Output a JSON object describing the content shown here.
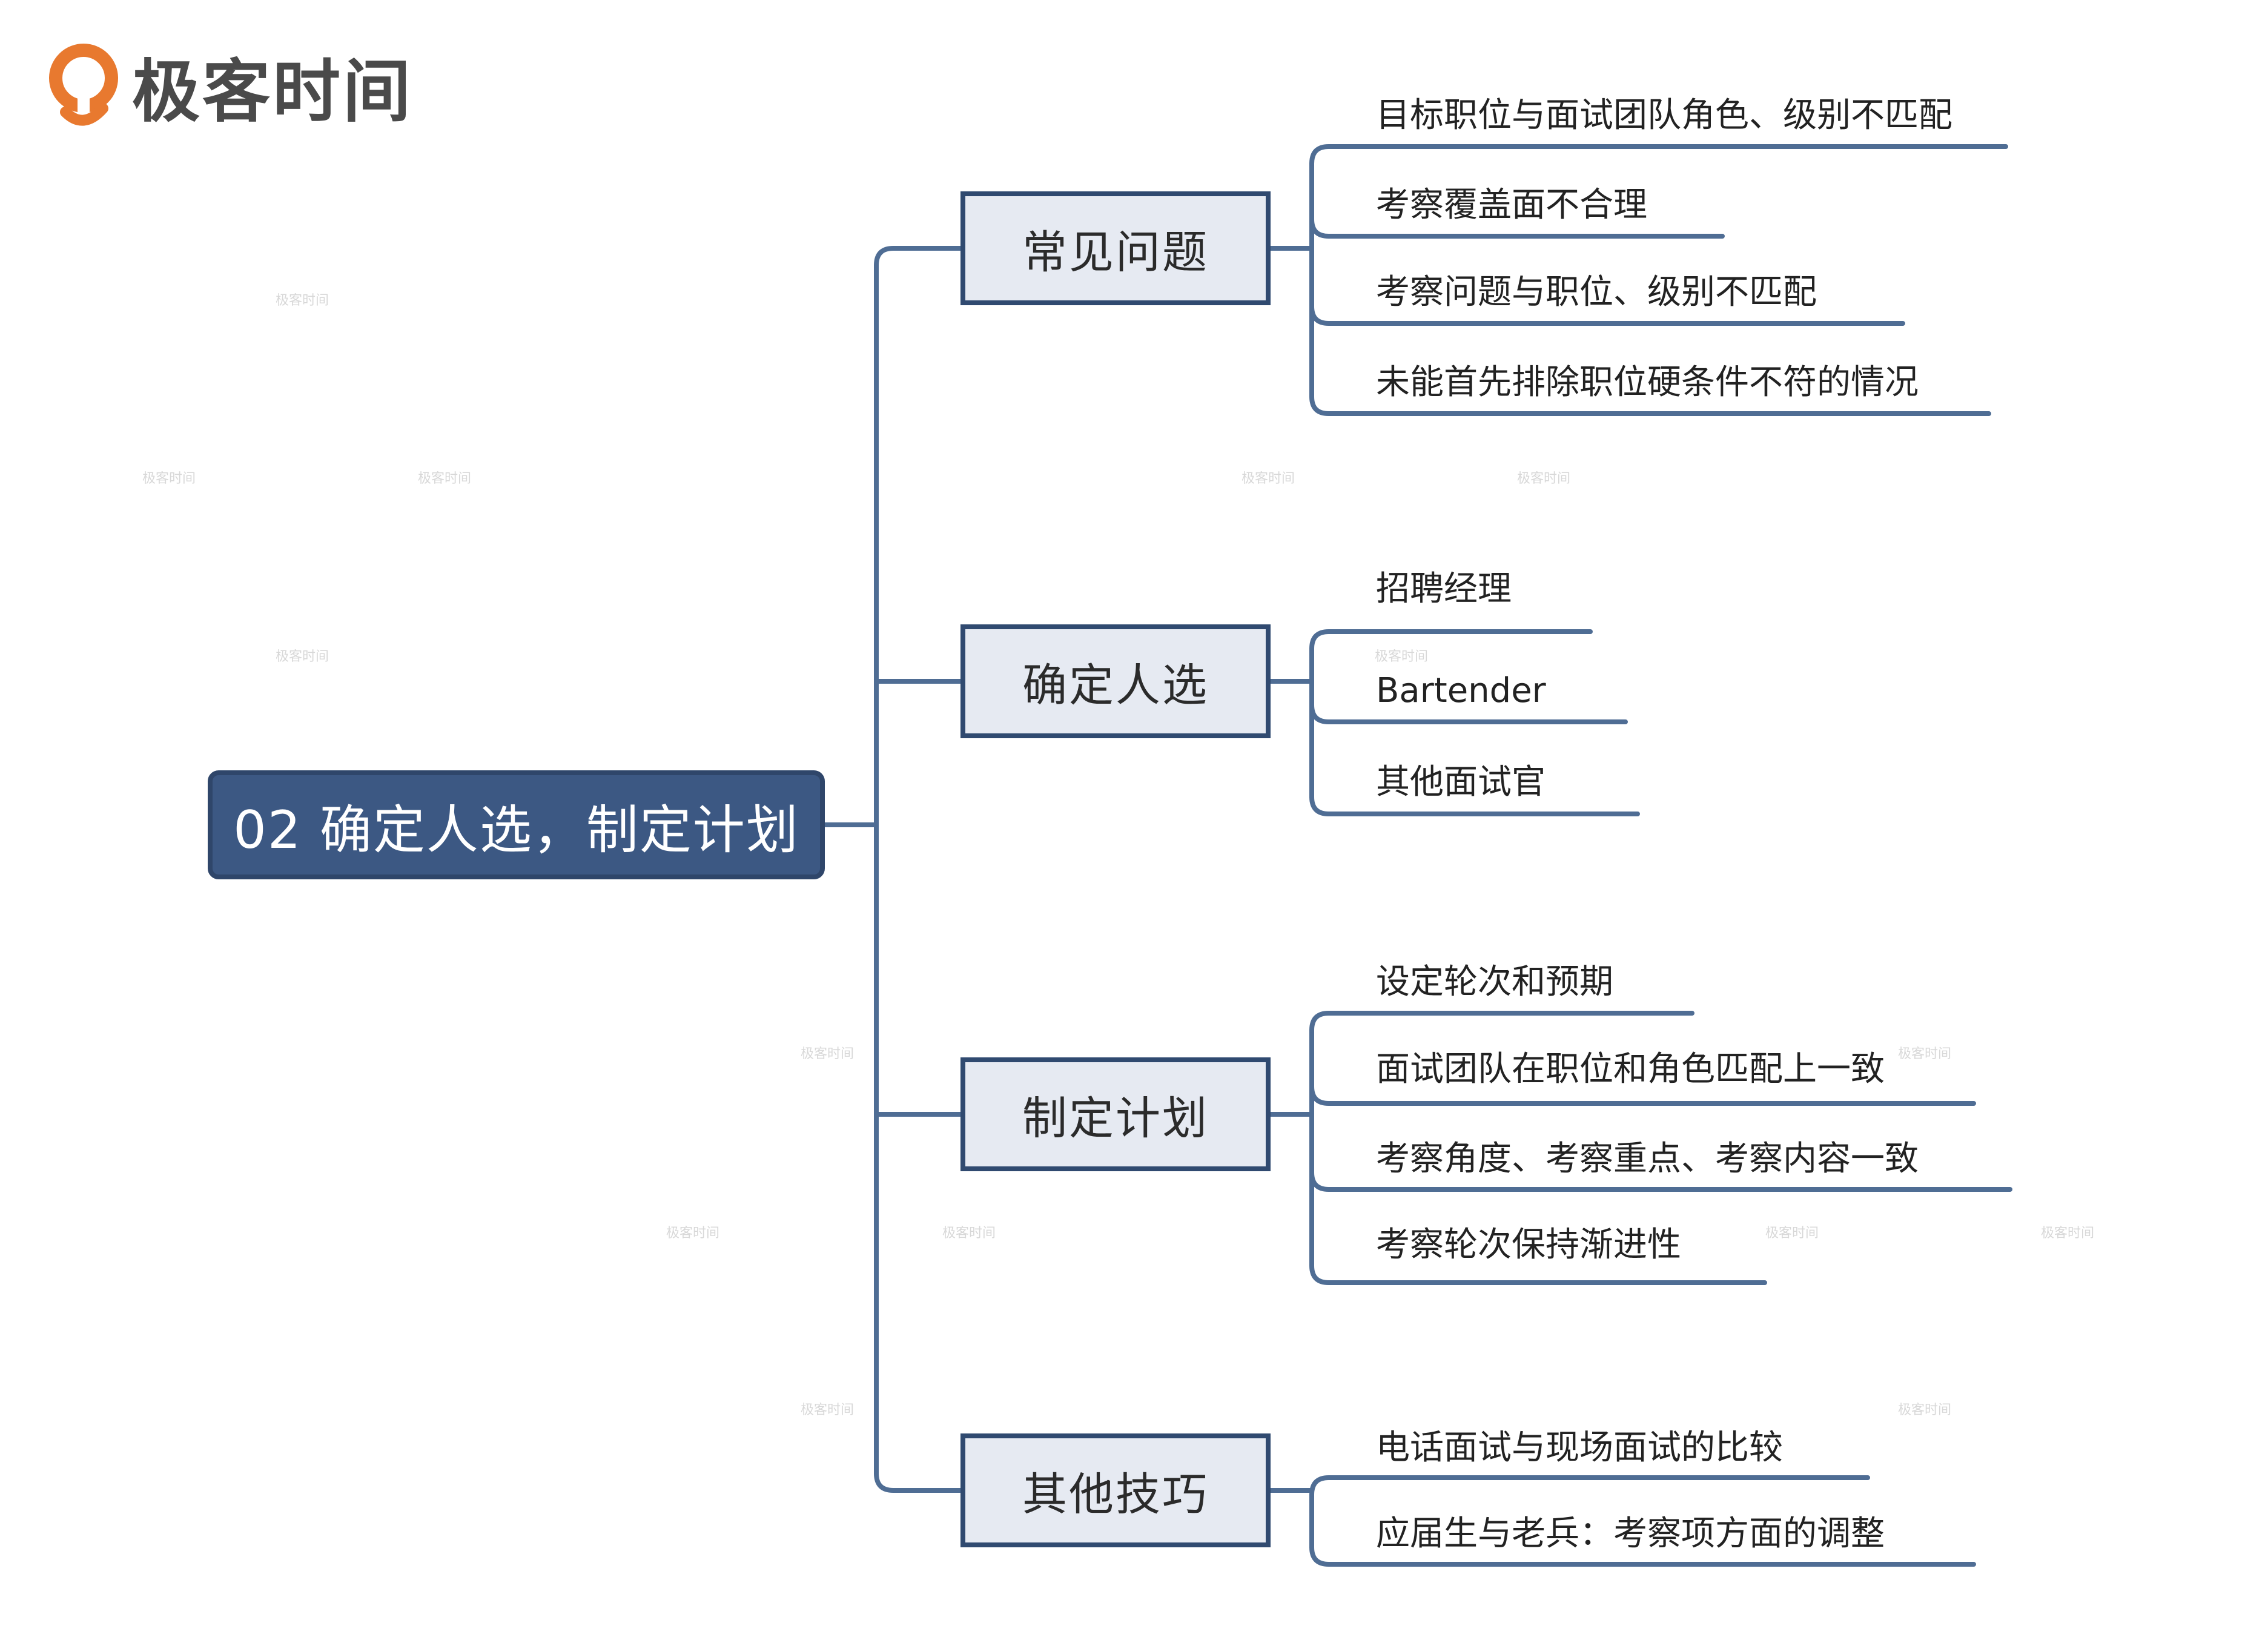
{
  "brand": {
    "name": "极客时间",
    "watermark_text": "极客时间"
  },
  "root": {
    "label": "02 确定人选，制定计划"
  },
  "branches": [
    {
      "label": "常见问题",
      "items": [
        "目标职位与面试团队角色、级别不匹配",
        "考察覆盖面不合理",
        "考察问题与职位、级别不匹配",
        "未能首先排除职位硬条件不符的情况"
      ]
    },
    {
      "label": "确定人选",
      "items": [
        "招聘经理",
        "Bartender",
        "其他面试官"
      ]
    },
    {
      "label": "制定计划",
      "items": [
        "设定轮次和预期",
        "面试团队在职位和角色匹配上一致",
        "考察角度、考察重点、考察内容一致",
        "考察轮次保持渐进性"
      ]
    },
    {
      "label": "其他技巧",
      "items": [
        "电话面试与现场面试的比较",
        "应届生与老兵：考察项方面的调整"
      ]
    }
  ],
  "colors": {
    "line": "#4f6d94",
    "root_fill": "#3c5883",
    "topic_fill": "#e6eaf2",
    "topic_border": "#304a70",
    "logo_orange": "#e8792f"
  }
}
